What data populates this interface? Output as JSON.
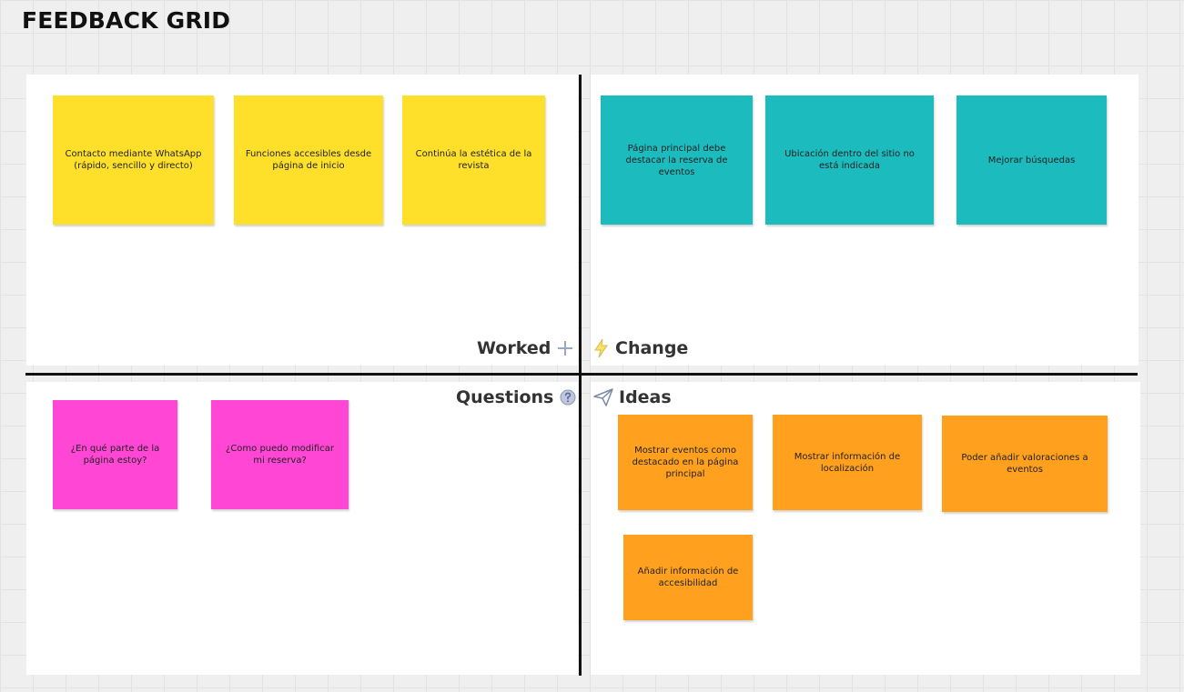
{
  "board": {
    "title": "FEEDBACK GRID"
  },
  "quadrants": {
    "worked": {
      "label": "Worked",
      "icon": "plus-icon"
    },
    "change": {
      "label": "Change",
      "icon": "lightning-icon"
    },
    "questions": {
      "label": "Questions",
      "icon": "question-icon"
    },
    "ideas": {
      "label": "Ideas",
      "icon": "paper-plane-icon"
    }
  },
  "colors": {
    "yellow": "#fee02a",
    "teal": "#1bbbbe",
    "pink": "#ff46d5",
    "orange": "#ffa01e"
  },
  "notes": {
    "worked": [
      "Contacto mediante WhatsApp (rápido, sencillo y directo)",
      "Funciones accesibles desde página de inicio",
      "Continúa la estética de la revista"
    ],
    "change": [
      "Página principal debe destacar la reserva de eventos",
      "Ubicación dentro del sitio no está indicada",
      "Mejorar búsquedas"
    ],
    "questions": [
      "¿En qué parte de la página estoy?",
      "¿Como puedo modificar mi reserva?"
    ],
    "ideas": [
      "Mostrar eventos como destacado en la página principal",
      "Mostrar información de localización",
      "Poder añadir valoraciones a eventos",
      "Añadir información de accesibilidad"
    ]
  }
}
